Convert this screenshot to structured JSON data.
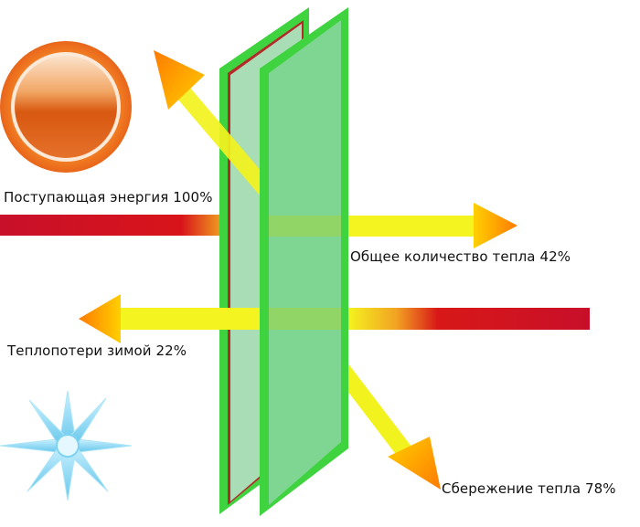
{
  "labels": {
    "incoming_energy": "Поступающая энергия 100%",
    "total_heat": "Общее количество тепла 42%",
    "winter_heat_loss": "Теплопотери зимой 22%",
    "heat_saving": "Сбережение тепла 78%"
  },
  "icons": {
    "sun": "sun-icon",
    "snowflake": "snowflake-icon"
  },
  "colors": {
    "red_beam": "#c80f0f",
    "yellow_beam": "#f2f21e",
    "arrow_head": "#ff8a00",
    "glass_frame": "#3fd33f",
    "glass_fill": "#7ed69a",
    "sun_orange": "#e8651a",
    "snow_blue": "#7fd3f0"
  }
}
